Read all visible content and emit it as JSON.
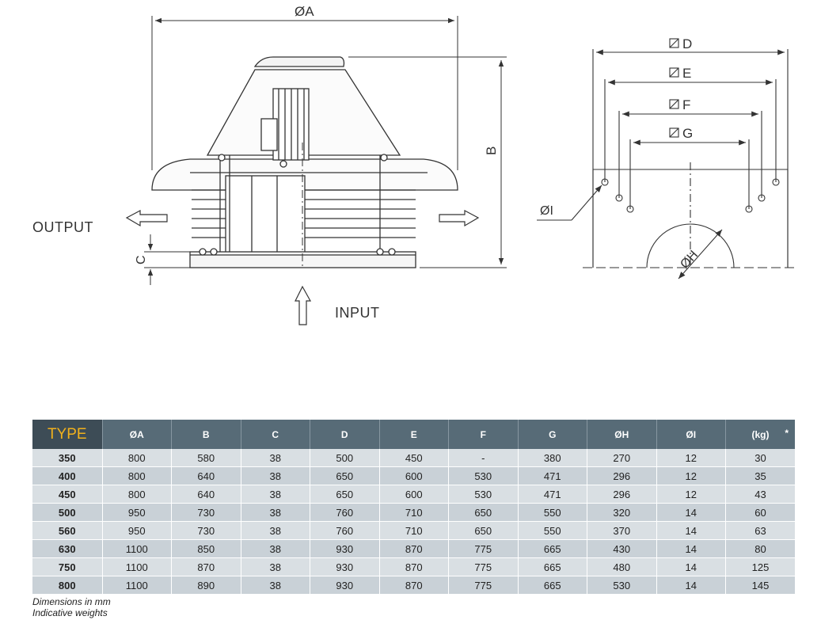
{
  "drawing": {
    "dim_a": "ØA",
    "dim_b": "B",
    "dim_c": "C",
    "dim_d": "D",
    "dim_e": "E",
    "dim_f": "F",
    "dim_g": "G",
    "dim_h": "ØH",
    "dim_i": "ØI",
    "output_label": "OUTPUT",
    "input_label": "INPUT"
  },
  "table": {
    "header": {
      "type": "TYPE",
      "columns": [
        "ØA",
        "B",
        "C",
        "D",
        "E",
        "F",
        "G",
        "ØH",
        "ØI",
        "(kg)"
      ],
      "asterisk": "*"
    },
    "rows": [
      {
        "type": "350",
        "cells": [
          "800",
          "580",
          "38",
          "500",
          "450",
          "-",
          "380",
          "270",
          "12",
          "30"
        ]
      },
      {
        "type": "400",
        "cells": [
          "800",
          "640",
          "38",
          "650",
          "600",
          "530",
          "471",
          "296",
          "12",
          "35"
        ]
      },
      {
        "type": "450",
        "cells": [
          "800",
          "640",
          "38",
          "650",
          "600",
          "530",
          "471",
          "296",
          "12",
          "43"
        ]
      },
      {
        "type": "500",
        "cells": [
          "950",
          "730",
          "38",
          "760",
          "710",
          "650",
          "550",
          "320",
          "14",
          "60"
        ]
      },
      {
        "type": "560",
        "cells": [
          "950",
          "730",
          "38",
          "760",
          "710",
          "650",
          "550",
          "370",
          "14",
          "63"
        ]
      },
      {
        "type": "630",
        "cells": [
          "1100",
          "850",
          "38",
          "930",
          "870",
          "775",
          "665",
          "430",
          "14",
          "80"
        ]
      },
      {
        "type": "750",
        "cells": [
          "1100",
          "870",
          "38",
          "930",
          "870",
          "775",
          "665",
          "480",
          "14",
          "125"
        ]
      },
      {
        "type": "800",
        "cells": [
          "1100",
          "890",
          "38",
          "930",
          "870",
          "775",
          "665",
          "530",
          "14",
          "145"
        ]
      }
    ]
  },
  "notes": {
    "line1": "Dimensions in mm",
    "line2": "Indicative weights"
  }
}
